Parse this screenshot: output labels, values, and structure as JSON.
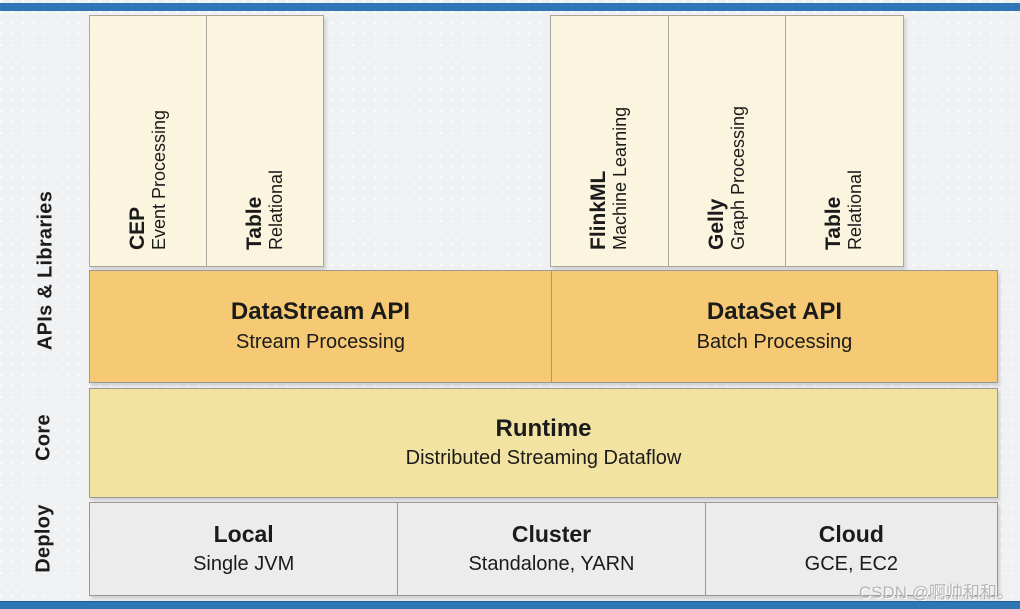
{
  "colors": {
    "frame_blue": "#2e76b6",
    "library_cream": "#fbf4de",
    "api_orange": "#f6ca74",
    "runtime_yellow": "#f2e3a2",
    "deploy_gray": "#ececec",
    "background": "#f0f1f3"
  },
  "side_labels": {
    "apis_libraries": "APIs & Libraries",
    "core": "Core",
    "deploy": "Deploy"
  },
  "library_columns": [
    {
      "title": "CEP",
      "subtitle": "Event Processing"
    },
    {
      "title": "Table",
      "subtitle": "Relational"
    },
    {
      "title": "FlinkML",
      "subtitle": "Machine Learning"
    },
    {
      "title": "Gelly",
      "subtitle": "Graph Processing"
    },
    {
      "title": "Table",
      "subtitle": "Relational"
    }
  ],
  "api_band": [
    {
      "title": "DataStream API",
      "subtitle": "Stream Processing"
    },
    {
      "title": "DataSet API",
      "subtitle": "Batch Processing"
    }
  ],
  "core_band": {
    "title": "Runtime",
    "subtitle": "Distributed Streaming Dataflow"
  },
  "deploy_band": [
    {
      "title": "Local",
      "subtitle": "Single JVM"
    },
    {
      "title": "Cluster",
      "subtitle": "Standalone, YARN"
    },
    {
      "title": "Cloud",
      "subtitle": "GCE, EC2"
    }
  ],
  "watermark": "CSDN @啊帅和和。"
}
